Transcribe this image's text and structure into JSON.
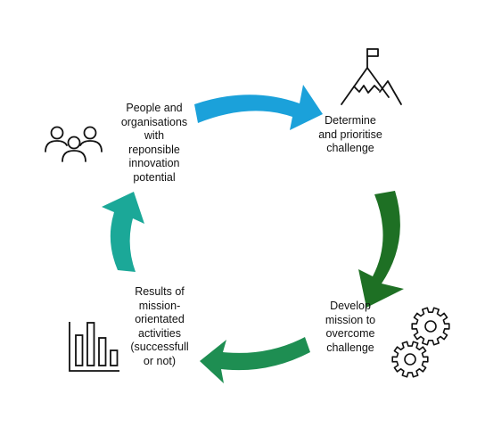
{
  "diagram": {
    "stages": [
      {
        "id": "people",
        "label": "People and\norganisations\nwith\nreponsible\ninnovation\npotential",
        "icon": "people-group-icon"
      },
      {
        "id": "determine",
        "label": "Determine\nand prioritise\nchallenge",
        "icon": "mountain-flag-icon"
      },
      {
        "id": "develop",
        "label": "Develop\nmission to\novercome\nchallenge",
        "icon": "gears-icon"
      },
      {
        "id": "results",
        "label": "Results of\nmission-\norientated\nactivities\n(successfull\nor not)",
        "icon": "bar-chart-icon"
      }
    ],
    "arrows": [
      {
        "from": "people",
        "to": "determine",
        "color": "#1BA1DA"
      },
      {
        "from": "determine",
        "to": "develop",
        "color": "#1E7024"
      },
      {
        "from": "develop",
        "to": "results",
        "color": "#1E8E52"
      },
      {
        "from": "results",
        "to": "people",
        "color": "#1BA898"
      }
    ],
    "icon_color": "#111111"
  }
}
